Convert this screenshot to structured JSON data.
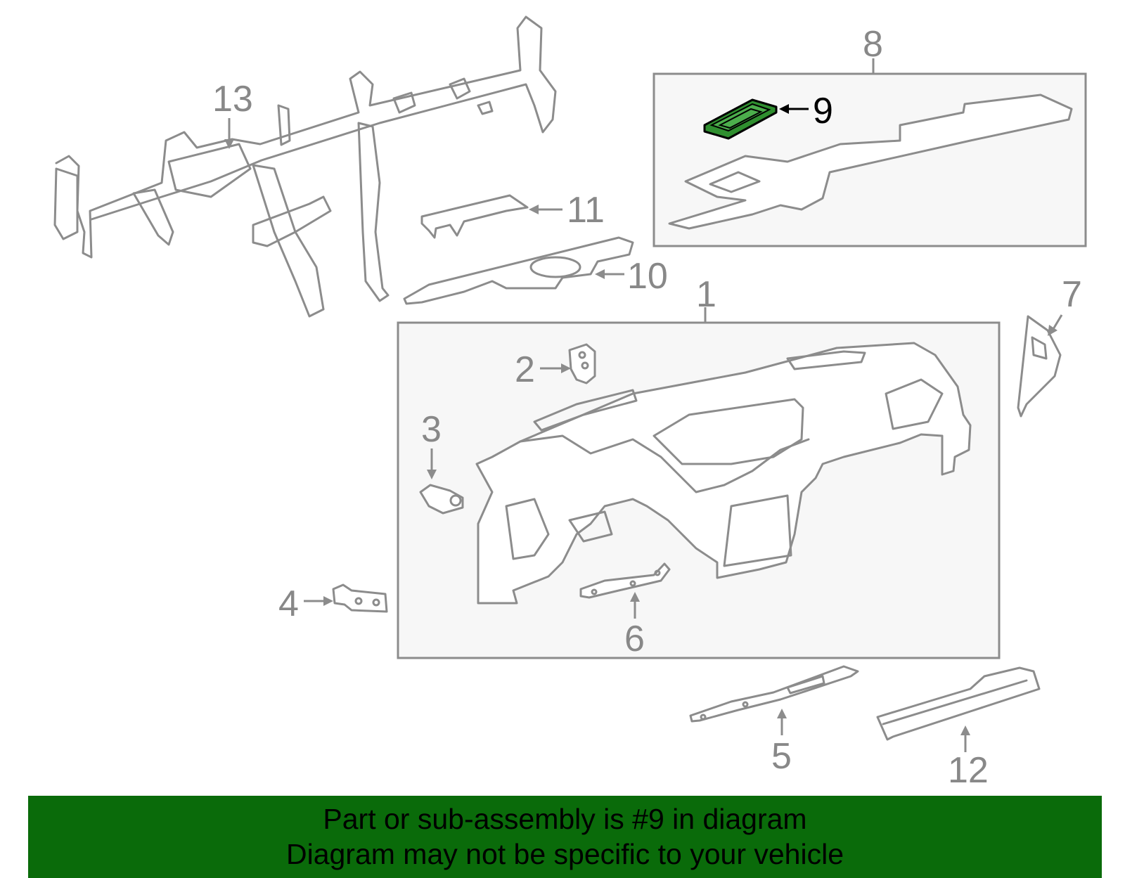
{
  "diagram": {
    "callouts": {
      "c1": "1",
      "c2": "2",
      "c3": "3",
      "c4": "4",
      "c5": "5",
      "c6": "6",
      "c7": "7",
      "c8": "8",
      "c9": "9",
      "c10": "10",
      "c11": "11",
      "c12": "12",
      "c13": "13"
    },
    "highlighted_part": "9",
    "colors": {
      "highlight": "#2f8f2f",
      "line": "#8c8c8c",
      "box_fill": "#f7f7f7",
      "banner": "#0a6b0a"
    }
  },
  "banner": {
    "line1": "Part or sub-assembly is #9 in diagram",
    "line2": "Diagram may not be specific to your vehicle"
  }
}
